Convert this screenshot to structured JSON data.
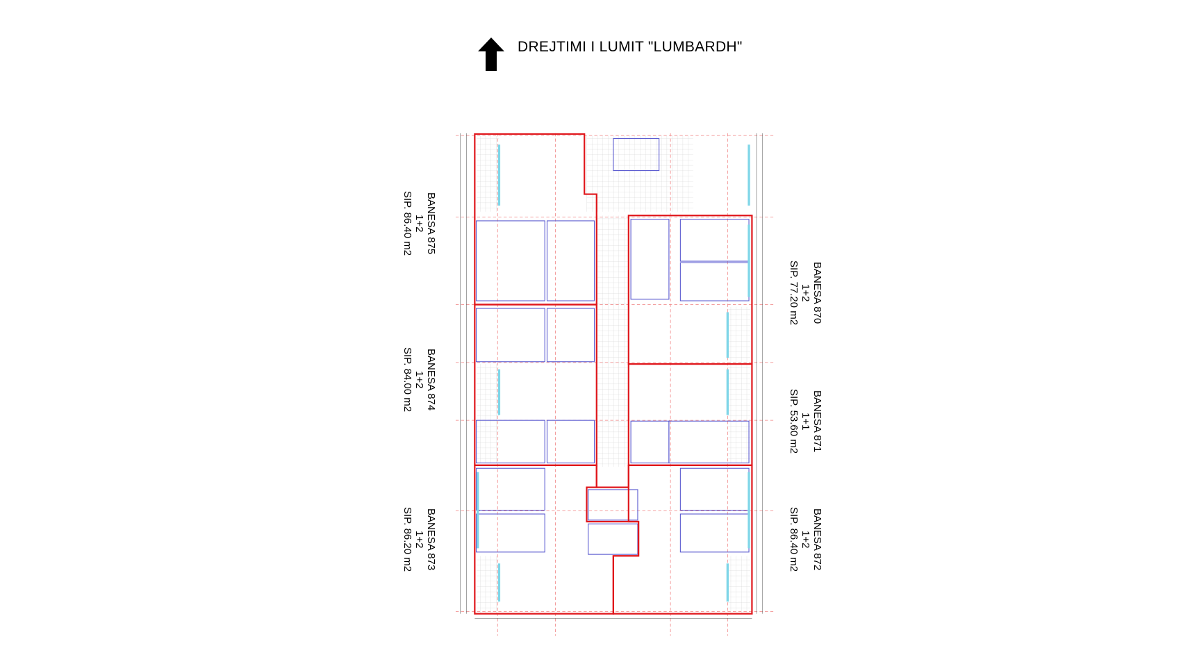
{
  "header": {
    "title": "DREJTIMI  I LUMIT \"LUMBARDH\"",
    "icon": "north-arrow-icon"
  },
  "units": [
    {
      "name": "BANESA 875",
      "type": "1+2",
      "area": "SIP. 86.40 m2"
    },
    {
      "name": "BANESA 874",
      "type": "1+2",
      "area": "SIP. 84.00 m2"
    },
    {
      "name": "BANESA 873",
      "type": "1+2",
      "area": "SIP. 86.20 m2"
    },
    {
      "name": "BANESA 870",
      "type": "1+2",
      "area": "SIP. 77.20 m2"
    },
    {
      "name": "BANESA 871",
      "type": "1+1",
      "area": "SIP. 53.60 m2"
    },
    {
      "name": "BANESA 872",
      "type": "1+2",
      "area": "SIP. 86.40 m2"
    }
  ],
  "colors": {
    "unit_outline": "#e0161b",
    "walls": "#5a5ad0",
    "axis": "#f08080",
    "glass": "#7fd6e8"
  }
}
